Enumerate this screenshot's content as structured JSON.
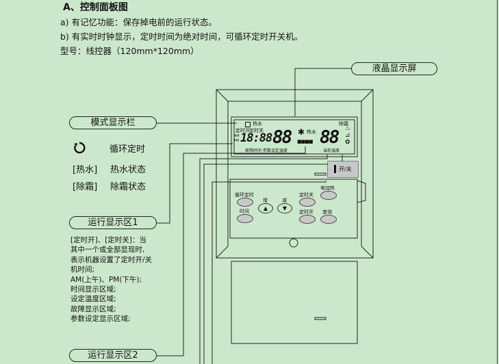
{
  "header": {
    "title": "A、控制面板图",
    "line_a": "a)  有记忆功能：保存掉电前的运行状态。",
    "line_b": "b)  有实时时钟显示，定时时间为绝对时间，可循环定时开关机。",
    "model": "型号：线控器（120mm*120mm）"
  },
  "callouts": {
    "lcd_screen": "液晶显示屏",
    "mode_bar": "模式显示栏",
    "run_area_1": "运行显示区1",
    "run_area_2": "运行显示区2"
  },
  "legend": [
    {
      "symbol": "",
      "text": "循环定时",
      "icon": "cycle-timer-icon"
    },
    {
      "symbol": "[热水]",
      "text": "热水状态"
    },
    {
      "symbol": "[除霜]",
      "text": "除霜状态"
    }
  ],
  "notes": [
    "[定时开]、[定时关]：当",
    "其中一个或全部显现时,",
    "表示机器设置了定时开/关",
    "机时间;",
    "AM(上午)、PM(下午);",
    "时间显示区域;",
    "设定温度区域;",
    "故障显示区域;",
    "参数设定显示区域;"
  ],
  "lcd": {
    "hot_water": "热水",
    "defrost": "除霜",
    "timer_on": "定时开",
    "timer_off": "定时关",
    "am": "AM",
    "pm": "PM",
    "clock": "18:88",
    "big_digits_left": "88",
    "big_digits_right": "88",
    "hot_water_small": "热水",
    "bottom_left": "故障时间 参数设定温度",
    "bottom_right": "当前温度"
  },
  "panel": {
    "power_label": "开/关",
    "buttons": {
      "cycle_timer": "循环定时",
      "time": "时间",
      "up": "增",
      "down": "减",
      "timer_off": "定时关",
      "timer_on": "定时开",
      "electric_heat": "电加热",
      "query": "查询"
    }
  }
}
